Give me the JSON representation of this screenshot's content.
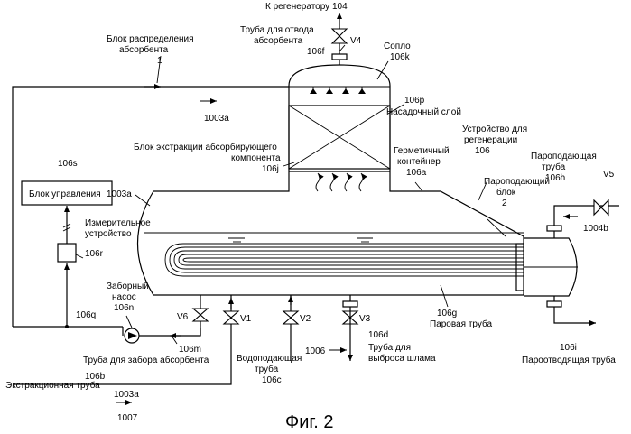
{
  "labels": {
    "to_regenerator": "К регенератору 104",
    "absorbent_discharge_pipe_1": "Труба для отвода",
    "absorbent_discharge_pipe_2": "абсорбента",
    "v4": "V4",
    "n106f": "106f",
    "nozzle": "Сопло",
    "n106k": "106k",
    "absorbent_distribution_1": "Блок распределения",
    "absorbent_distribution_2": "абсорбента",
    "n1": "1",
    "n1003a_top": "1003a",
    "n106p": "106p",
    "packed_layer": "Насадочный слой",
    "regen_device_1": "Устройство для",
    "regen_device_2": "регенерации",
    "n106": "106",
    "extraction_block_1": "Блок экстракции абсорбирующего",
    "extraction_block_2": "компонента",
    "n106j": "106j",
    "sealed_container_1": "Герметичный",
    "sealed_container_2": "контейнер",
    "n106a": "106a",
    "steam_block_1": "Пароподающий",
    "steam_block_2": "блок",
    "n2": "2",
    "steam_supply_pipe_1": "Пароподающая",
    "steam_supply_pipe_2": "труба",
    "n106h": "106h",
    "v5": "V5",
    "n1004b": "1004b",
    "n106s": "106s",
    "control_unit": "Блок управления",
    "n1003a_left": "1003a",
    "measuring_1": "Измерительное",
    "measuring_2": "устройство",
    "n106r": "106r",
    "intake_pump_1": "Заборный",
    "intake_pump_2": "насос",
    "n106n": "106n",
    "n106q": "106q",
    "v6": "V6",
    "v1": "V1",
    "v2": "V2",
    "v3": "V3",
    "n106g": "106g",
    "steam_pipe": "Паровая труба",
    "n106m": "106m",
    "n106d": "106d",
    "n1006": "1006",
    "absorbent_intake_pipe": "Труба для забора абсорбента",
    "sludge_pipe_1": "Труба для",
    "sludge_pipe_2": "выброса шлама",
    "water_pipe_1": "Водоподающая",
    "water_pipe_2": "труба",
    "n106c": "106c",
    "n106b": "106b",
    "extraction_pipe": "Экстракционная труба",
    "n1003a_bottom": "1003a",
    "n1007": "1007",
    "n106i": "106i",
    "steam_out_pipe": "Пароотводящая труба"
  },
  "caption": "Фиг. 2"
}
